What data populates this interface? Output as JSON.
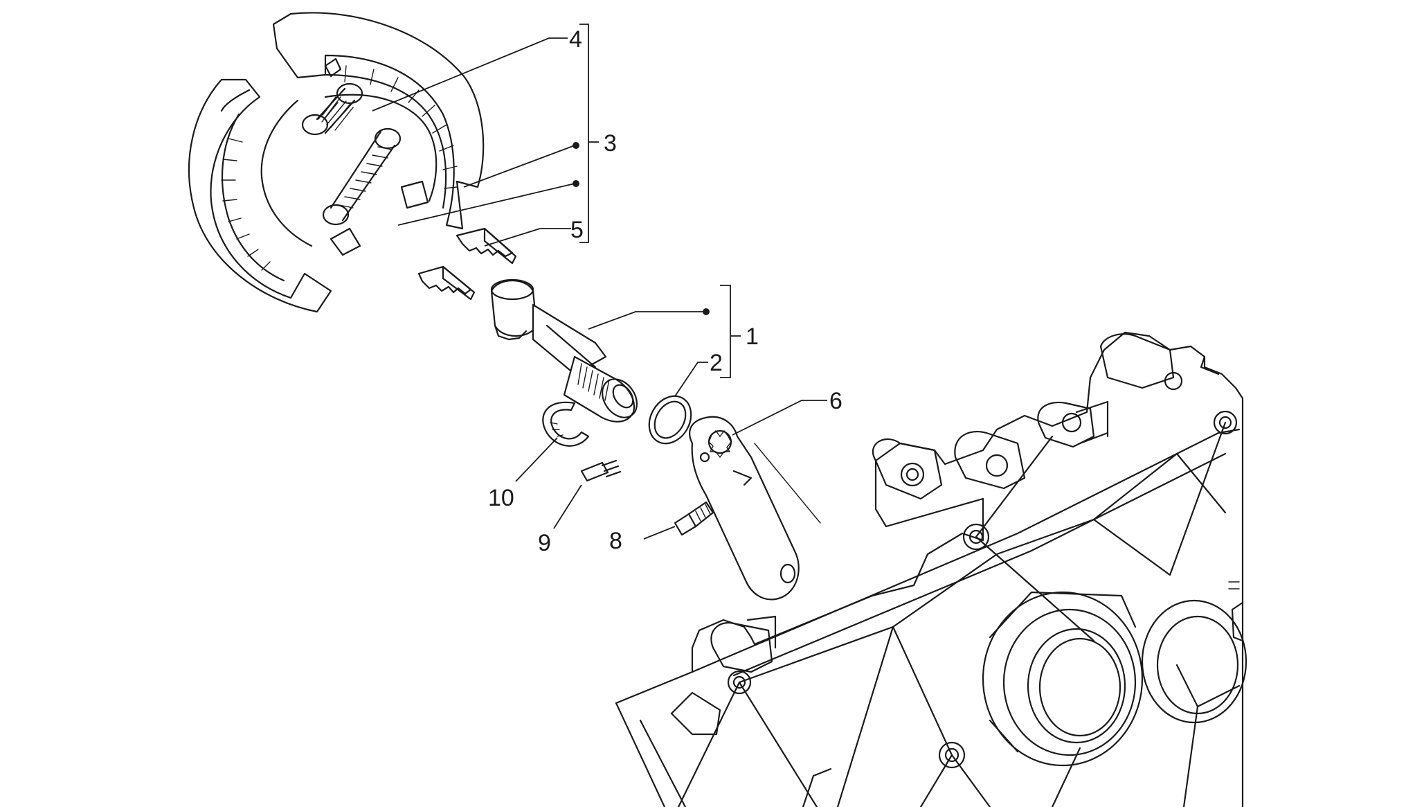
{
  "callouts": [
    {
      "id": "1",
      "label": "1"
    },
    {
      "id": "2",
      "label": "2"
    },
    {
      "id": "3",
      "label": "3"
    },
    {
      "id": "4",
      "label": "4"
    },
    {
      "id": "5",
      "label": "5"
    },
    {
      "id": "6",
      "label": "6"
    },
    {
      "id": "8",
      "label": "8"
    },
    {
      "id": "9",
      "label": "9"
    },
    {
      "id": "10",
      "label": "10"
    }
  ],
  "colors": {
    "line": "#1a1a1a",
    "background": "#ffffff"
  }
}
